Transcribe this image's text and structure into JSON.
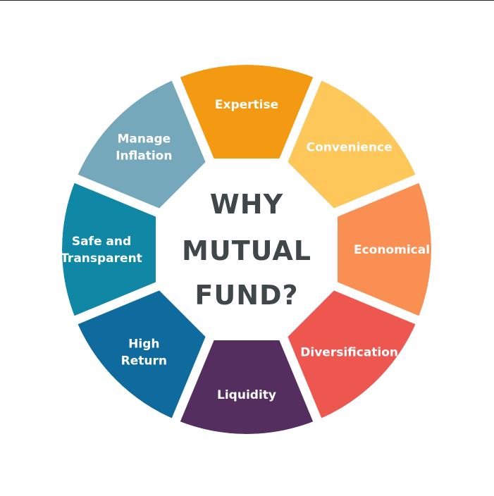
{
  "center": {
    "lines": [
      "WHY",
      "MUTUAL",
      "FUND?"
    ],
    "color": "#3f4748"
  },
  "segments": [
    {
      "label": [
        "Expertise"
      ],
      "color": "#F39A12"
    },
    {
      "label": [
        "Convenience"
      ],
      "color": "#FDC75A"
    },
    {
      "label": [
        "Economical"
      ],
      "color": "#FA8F53"
    },
    {
      "label": [
        "Diversification"
      ],
      "color": "#EE5650"
    },
    {
      "label": [
        "Liquidity"
      ],
      "color": "#532E5E"
    },
    {
      "label": [
        "High",
        "Return"
      ],
      "color": "#0F6A9E"
    },
    {
      "label": [
        "Safe and",
        "Transparent"
      ],
      "color": "#1087A5"
    },
    {
      "label": [
        "Manage",
        "Inflation"
      ],
      "color": "#76A8BC"
    }
  ]
}
